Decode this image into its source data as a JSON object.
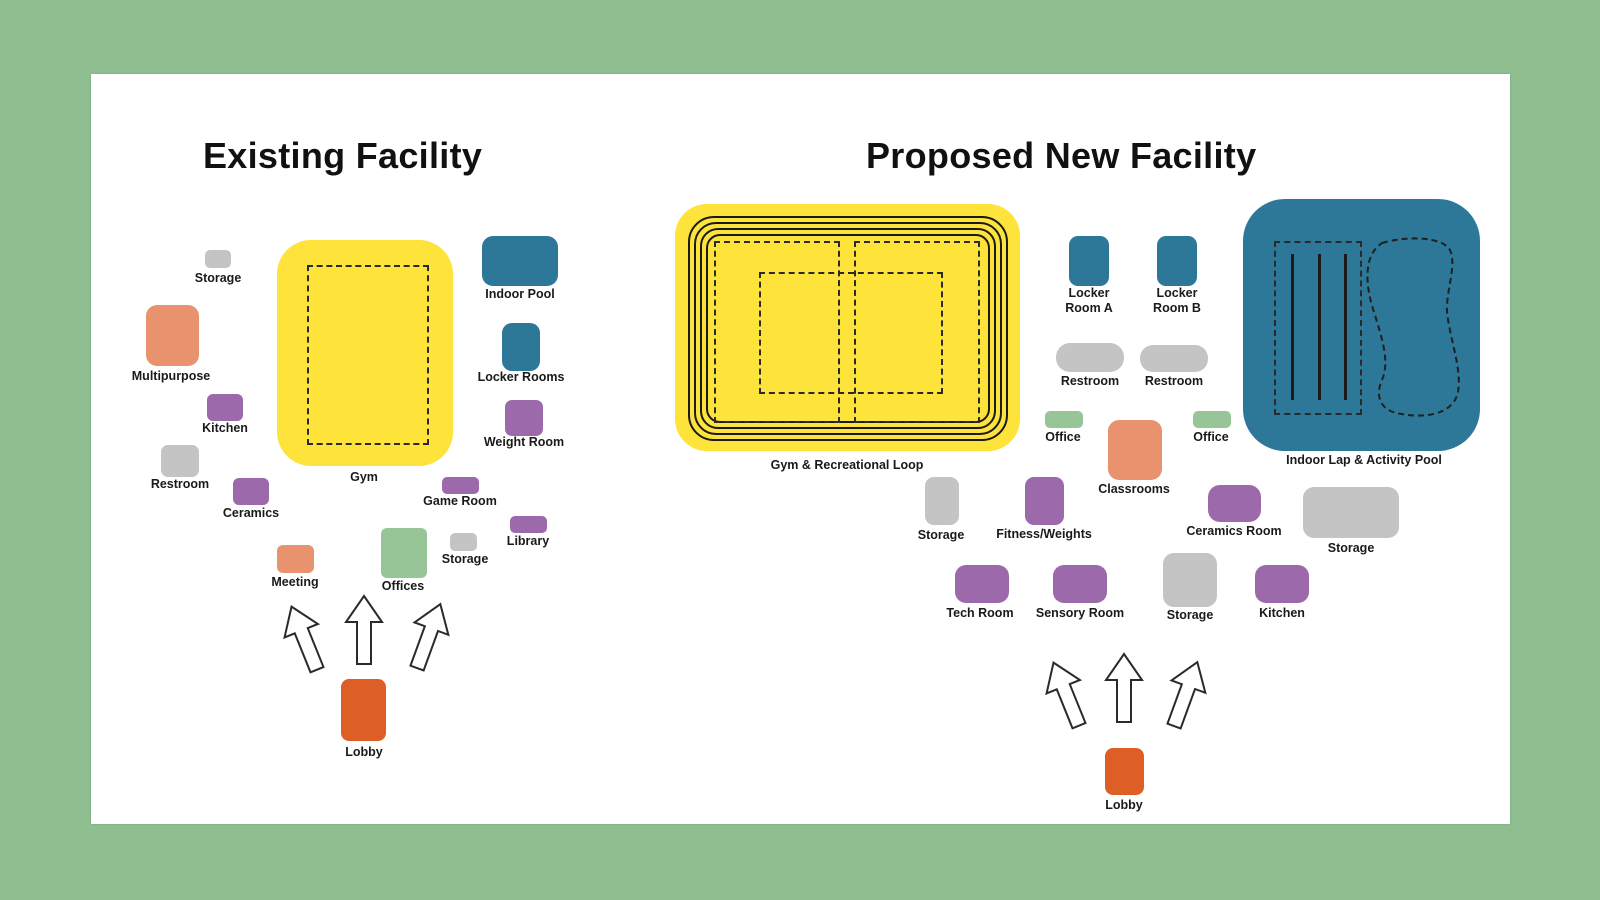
{
  "colors": {
    "background": "#8fbe91",
    "board": "#ffffff",
    "gym": "#fde33a",
    "pool": "#2d7898",
    "activity": "#9c6aab",
    "multipurpose": "#e9926e",
    "storage": "#c4c4c4",
    "office": "#97c597",
    "lobby": "#de5f25"
  },
  "existing": {
    "title": "Existing Facility",
    "rooms": {
      "storage_top": "Storage",
      "gym": "Gym",
      "indoor_pool": "Indoor Pool",
      "multipurpose": "Multipurpose",
      "locker_rooms": "Locker Rooms",
      "kitchen": "Kitchen",
      "weight_room": "Weight Room",
      "restroom": "Restroom",
      "ceramics": "Ceramics",
      "game_room": "Game Room",
      "library": "Library",
      "storage_low": "Storage",
      "meeting": "Meeting",
      "offices": "Offices",
      "lobby": "Lobby"
    }
  },
  "proposed": {
    "title": "Proposed New Facility",
    "rooms": {
      "gym_loop": "Gym & Recreational Loop",
      "locker_a": "Locker\nRoom A",
      "locker_b": "Locker\nRoom B",
      "restroom_a": "Restroom",
      "restroom_b": "Restroom",
      "office_a": "Office",
      "office_b": "Office",
      "pool": "Indoor Lap & Activity Pool",
      "classrooms": "Classrooms",
      "storage_a": "Storage",
      "fitness": "Fitness/Weights",
      "ceramics_room": "Ceramics Room",
      "storage_b": "Storage",
      "tech_room": "Tech Room",
      "sensory_room": "Sensory Room",
      "storage_c": "Storage",
      "kitchen": "Kitchen",
      "lobby": "Lobby"
    }
  }
}
